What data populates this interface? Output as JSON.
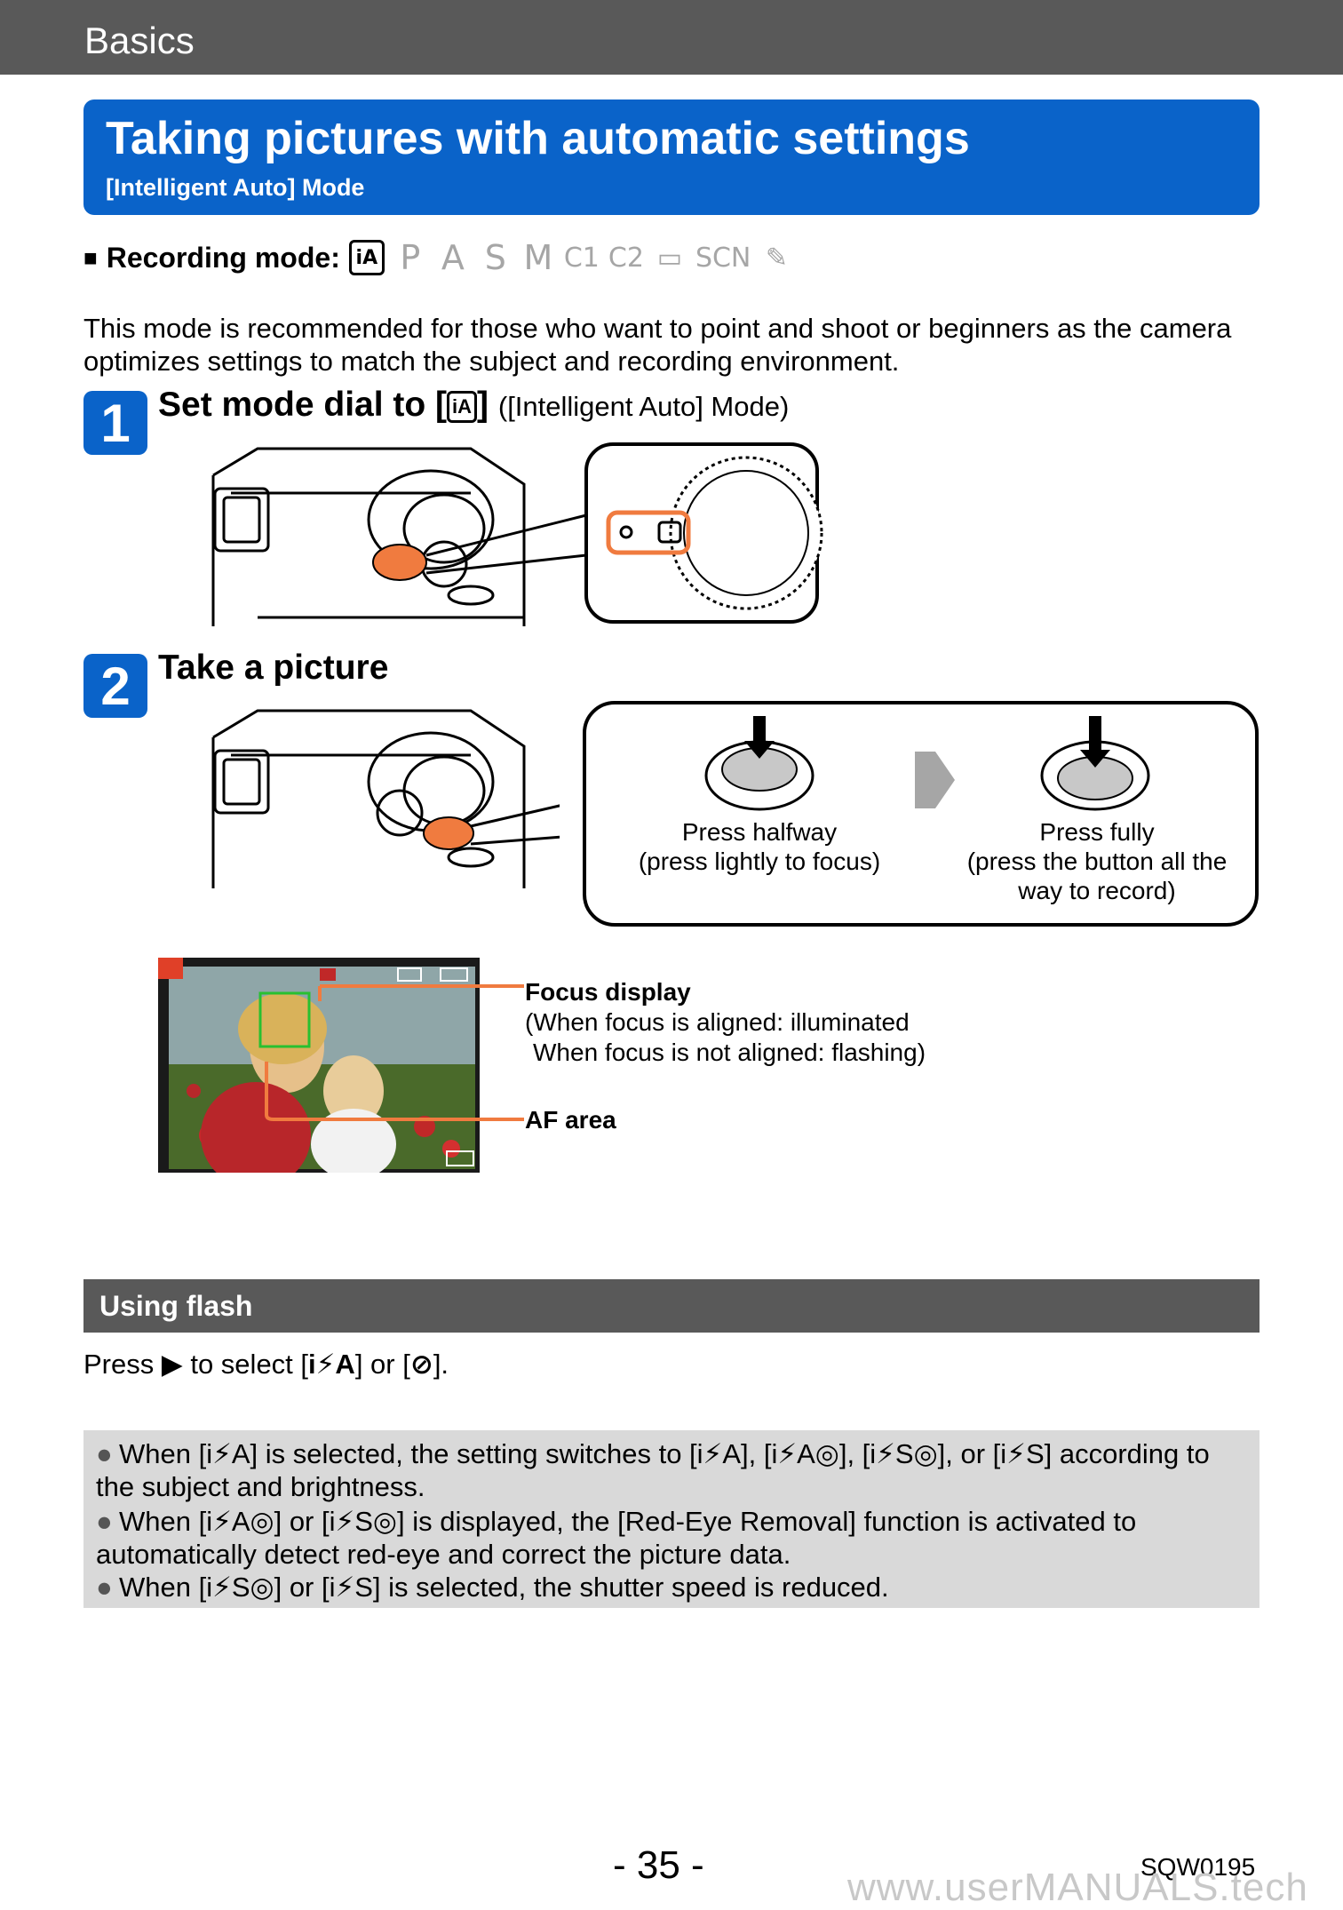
{
  "header": {
    "section": "Basics"
  },
  "banner": {
    "title": "Taking pictures with automatic settings",
    "subtitle": "[Intelligent Auto] Mode"
  },
  "recording_mode": {
    "bullet": "■",
    "label": "Recording mode:",
    "modes": [
      "iA",
      "P",
      "A",
      "S",
      "M",
      "C1",
      "C2",
      "▭",
      "SCN",
      "✎"
    ],
    "active": "iA"
  },
  "intro": "This mode is recommended for those who want to point and shoot or beginners as the camera optimizes settings to match the subject and recording environment.",
  "step1": {
    "number": "1",
    "title_prefix": "Set mode dial to [",
    "title_icon": "iA",
    "title_suffix": "]",
    "note": "([Intelligent Auto] Mode)"
  },
  "step2": {
    "number": "2",
    "title": "Take a picture",
    "half_title": "Press halfway",
    "half_sub": "(press lightly to focus)",
    "full_title": "Press fully",
    "full_sub1": "(press the button all the",
    "full_sub2": "way to record)"
  },
  "focus": {
    "label": "Focus display",
    "line1": "(When focus is aligned: illuminated",
    "line2": "When focus is not aligned: flashing)",
    "af_label": "AF area"
  },
  "flash": {
    "section_title": "Using flash",
    "press_prefix": "Press",
    "press_arrow": "▶",
    "press_mid": "to select [",
    "icon_auto": "i⚡A",
    "press_or": "] or [",
    "icon_off": "⊘",
    "press_end": "].",
    "notes": [
      "When [i⚡A] is selected, the setting switches to [i⚡A], [i⚡A◎], [i⚡S◎], or [i⚡S] according to the subject and brightness.",
      "When [i⚡A◎] or [i⚡S◎] is displayed, the [Red-Eye Removal] function is activated to automatically detect red-eye and correct the picture data.",
      "When [i⚡S◎] or [i⚡S] is selected, the shutter speed is reduced."
    ]
  },
  "footer": {
    "page": "- 35 -",
    "code": "SQW0195",
    "watermark": "www.userMANUALS.tech"
  },
  "colors": {
    "accent": "#0a63c9",
    "bar": "#595959",
    "orange": "#f07b3f",
    "note_bg": "#d9d9d9"
  }
}
